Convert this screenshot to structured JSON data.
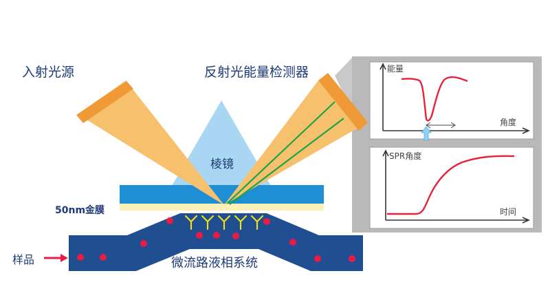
{
  "labels": {
    "light_source": "入射光源",
    "detector": "反射光能量检测器",
    "prism": "棱镜",
    "gold_film": "50nm金膜",
    "microfluidic": "微流路液相系统",
    "sample": "样品"
  },
  "plot_top": {
    "ylabel": "能量",
    "xlabel": "角度"
  },
  "plot_bottom": {
    "ylabel": "SPR角度",
    "xlabel": "时间"
  },
  "colors": {
    "beam": "#f6c06c",
    "emitter": "#ef9a36",
    "prism": "#a9d6f2",
    "glass": "#1e8fd4",
    "gold": "#fbf0b8",
    "channel": "#1f4e91",
    "dot": "#e81c45",
    "antibody": "#f1e01a",
    "green_line": "#1ba34a",
    "curve": "#e8213a",
    "panel": "#b9b9b9",
    "label": "#1f3a78",
    "arrow_blue": "#8fd2f6"
  }
}
